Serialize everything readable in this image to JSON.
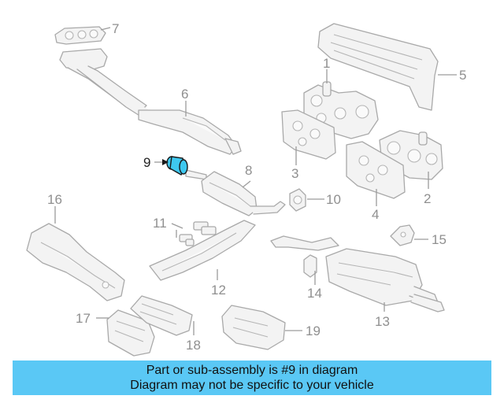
{
  "diagram": {
    "highlight_color": "#3ec8ef",
    "callouts": {
      "c1": "1",
      "c2": "2",
      "c3": "3",
      "c4": "4",
      "c5": "5",
      "c6": "6",
      "c7": "7",
      "c8": "8",
      "c9": "9",
      "c10": "10",
      "c11": "11",
      "c12": "12",
      "c13": "13",
      "c14": "14",
      "c15": "15",
      "c16": "16",
      "c17": "17",
      "c18": "18",
      "c19": "19"
    }
  },
  "banner": {
    "line1": "Part or sub-assembly is #9 in diagram",
    "line2": "Diagram may not be specific to your vehicle",
    "background": "#5ac8f5"
  }
}
